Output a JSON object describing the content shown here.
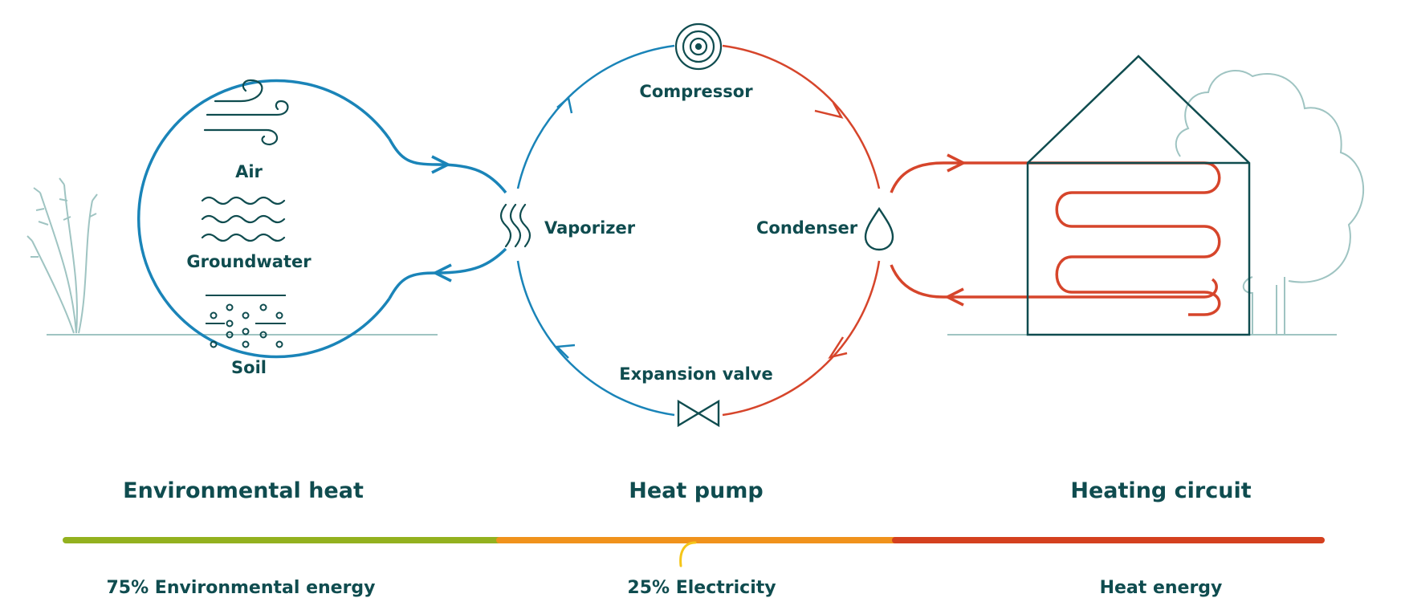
{
  "sources": {
    "air": "Air",
    "groundwater": "Groundwater",
    "soil": "Soil"
  },
  "cycle": {
    "compressor": "Compressor",
    "vaporizer": "Vaporizer",
    "condenser": "Condenser",
    "expansion_valve": "Expansion valve"
  },
  "sections": {
    "environmental": "Environmental heat",
    "heat_pump": "Heat pump",
    "heating_circuit": "Heating circuit"
  },
  "energy": {
    "environmental": "75% Environmental energy",
    "electricity": "25% Electricity",
    "heat": "Heat energy"
  },
  "colors": {
    "blue": "#1a84b8",
    "red": "#d6452b",
    "teal_text": "#0f4c4f",
    "green_bar": "#93b11f",
    "orange_bar": "#f0921c",
    "red_bar": "#d4401f",
    "yellow_accent": "#f5c518",
    "plant": "#9fc4c2"
  }
}
